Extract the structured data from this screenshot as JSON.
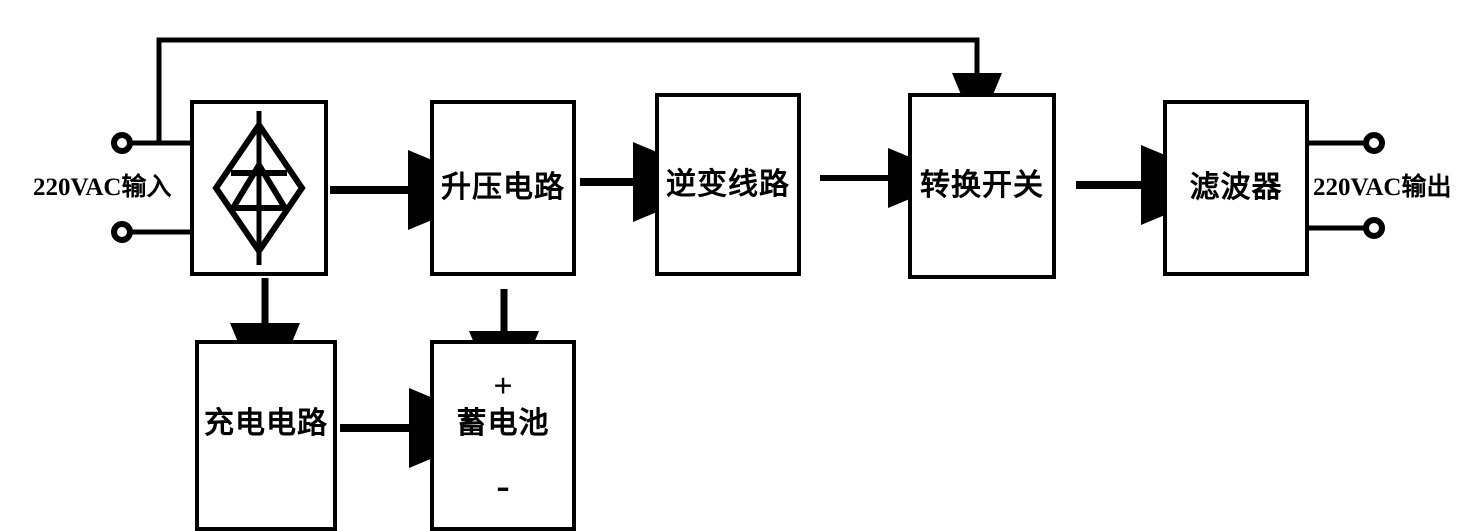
{
  "diagram": {
    "title": "UPS Block Diagram",
    "stroke_color": "#000000",
    "background_color": "#ffffff",
    "blocks": [
      {
        "id": "rectifier",
        "label": "",
        "icon": "rectifier-diode-symbol"
      },
      {
        "id": "boost",
        "label": "升压电路",
        "icon": ""
      },
      {
        "id": "inverter",
        "label": "逆变线路",
        "icon": ""
      },
      {
        "id": "transfer_switch",
        "label": "转换开关",
        "icon": ""
      },
      {
        "id": "filter",
        "label": "滤波器",
        "icon": ""
      },
      {
        "id": "charger",
        "label": "充电电路",
        "icon": ""
      },
      {
        "id": "battery",
        "label": "蓄电池",
        "icon": ""
      }
    ],
    "labels": {
      "input": "220VAC输入",
      "output": "220VAC输出",
      "battery_positive": "+",
      "battery_negative": "-"
    },
    "connections": [
      {
        "from": "input_terminals",
        "to": "rectifier",
        "type": "wire"
      },
      {
        "from": "input_tap",
        "to": "transfer_switch",
        "type": "bypass-arrow"
      },
      {
        "from": "rectifier",
        "to": "boost",
        "type": "arrow"
      },
      {
        "from": "boost",
        "to": "inverter",
        "type": "arrow"
      },
      {
        "from": "inverter",
        "to": "transfer_switch",
        "type": "arrow"
      },
      {
        "from": "transfer_switch",
        "to": "filter",
        "type": "arrow"
      },
      {
        "from": "filter",
        "to": "output_terminals",
        "type": "wire"
      },
      {
        "from": "rectifier",
        "to": "charger",
        "type": "arrow"
      },
      {
        "from": "charger",
        "to": "battery",
        "type": "arrow"
      },
      {
        "from": "battery",
        "to": "boost",
        "type": "arrow"
      }
    ]
  }
}
